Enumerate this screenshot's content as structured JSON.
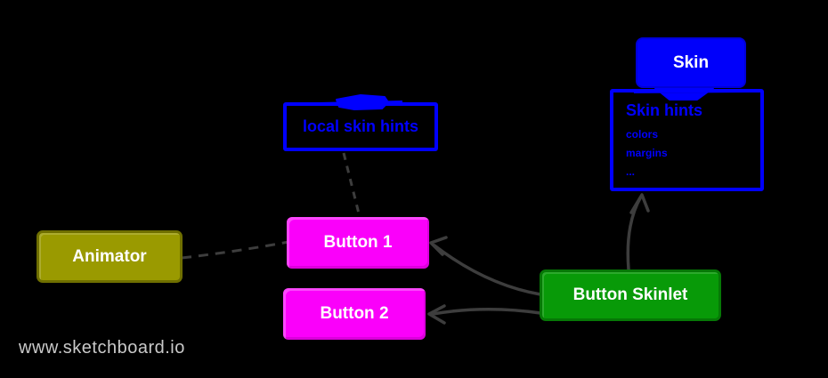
{
  "watermark": "www.sketchboard.io",
  "colors": {
    "background": "#000000",
    "blue": "#0000ff",
    "magenta": "#fa00fa",
    "olive": "#9a9a00",
    "green": "#089a08",
    "connector": "#3d3d3d",
    "watermark_text": "#c9c9c9",
    "node_label_text": "#ffffff"
  },
  "nodes": {
    "skin": {
      "label": "Skin"
    },
    "skin_hints": {
      "title": "Skin hints",
      "items": [
        "colors",
        "margins",
        "..."
      ]
    },
    "local_skin_hints": {
      "label": "local skin hints"
    },
    "animator": {
      "label": "Animator"
    },
    "button1": {
      "label": "Button 1"
    },
    "button2": {
      "label": "Button 2"
    },
    "button_skinlet": {
      "label": "Button Skinlet"
    }
  },
  "edges": [
    {
      "from": "animator",
      "to": "button1",
      "style": "dashed",
      "arrow": false
    },
    {
      "from": "local_skin_hints",
      "to": "button1",
      "style": "dashed",
      "arrow": false
    },
    {
      "from": "button_skinlet",
      "to": "button1",
      "style": "solid",
      "arrow": true
    },
    {
      "from": "button_skinlet",
      "to": "button2",
      "style": "solid",
      "arrow": true
    },
    {
      "from": "button_skinlet",
      "to": "skin_hints",
      "style": "solid",
      "arrow": true
    },
    {
      "from": "skin",
      "to": "skin_hints",
      "style": "attached-tab",
      "arrow": false
    }
  ]
}
